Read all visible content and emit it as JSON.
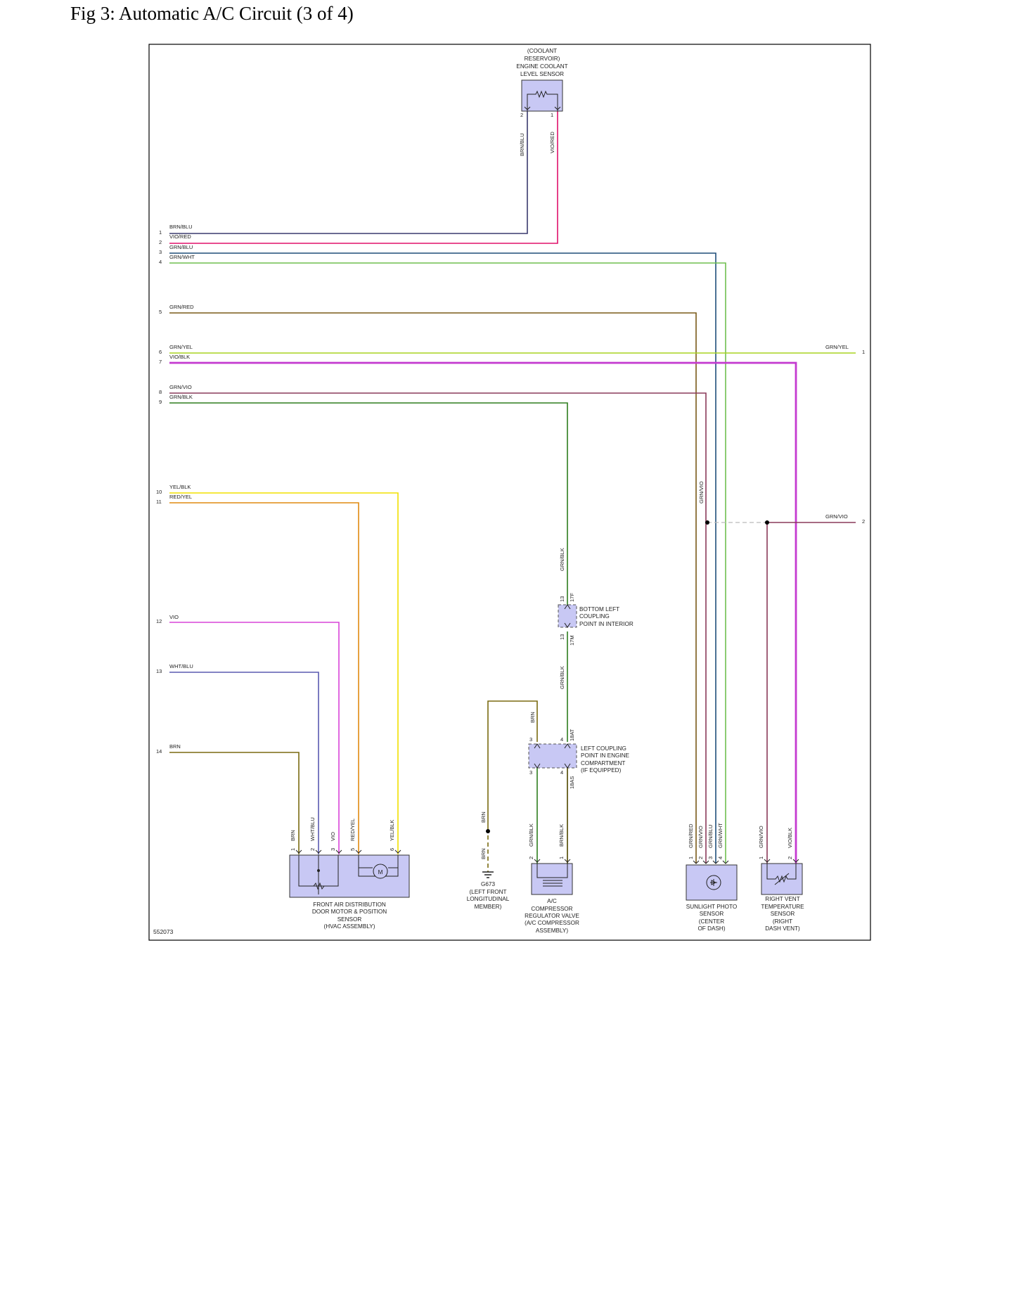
{
  "figure_title": "Fig 3: Automatic A/C Circuit (3 of 4)",
  "diagram_id": "552073",
  "left_connector": {
    "pins": [
      {
        "num": "1",
        "color": "BRN/BLU"
      },
      {
        "num": "2",
        "color": "VIO/RED"
      },
      {
        "num": "3",
        "color": "GRN/BLU"
      },
      {
        "num": "4",
        "color": "GRN/WHT"
      },
      {
        "num": "5",
        "color": "GRN/RED"
      },
      {
        "num": "6",
        "color": "GRN/YEL"
      },
      {
        "num": "7",
        "color": "VIO/BLK"
      },
      {
        "num": "8",
        "color": "GRN/VIO"
      },
      {
        "num": "9",
        "color": "GRN/BLK"
      },
      {
        "num": "10",
        "color": "YEL/BLK"
      },
      {
        "num": "11",
        "color": "RED/YEL"
      },
      {
        "num": "12",
        "color": "VIO"
      },
      {
        "num": "13",
        "color": "WHT/BLU"
      },
      {
        "num": "14",
        "color": "BRN"
      }
    ]
  },
  "right_connector": {
    "pins": [
      {
        "num": "1",
        "color": "GRN/YEL"
      },
      {
        "num": "2",
        "color": "GRN/VIO"
      }
    ]
  },
  "wire_colors": {
    "BRN/BLU": "#3a3a6e",
    "VIO/RED": "#e0106a",
    "GRN/BLU": "#1f4e79",
    "GRN/WHT": "#6fbf4f",
    "GRN/RED": "#7a5a18",
    "GRN/YEL": "#a8d420",
    "VIO/BLK": "#c43ad0",
    "GRN/VIO": "#8a3a5a",
    "GRN/BLK": "#2e7d1e",
    "YEL/BLK": "#f2e000",
    "RED/YEL": "#e08a10",
    "VIO": "#d844d8",
    "WHT/BLU": "#5a5ab0",
    "BRN": "#7a6a10"
  },
  "components": {
    "coolant_sensor": {
      "label_lines": [
        "(COOLANT",
        "RESERVOIR)",
        "ENGINE COOLANT",
        "LEVEL SENSOR"
      ],
      "pins": [
        "2",
        "1"
      ],
      "wires": [
        "BRN/BLU",
        "VIO/RED"
      ]
    },
    "bottom_left_coupling": {
      "label_lines": [
        "BOTTOM LEFT",
        "COUPLING",
        "POINT IN INTERIOR"
      ],
      "pin_top": "13",
      "pin_bottom": "13",
      "code_top": "17F",
      "code_bottom": "17M",
      "wire_above": "GRN/BLK",
      "wire_below": "GRN/BLK"
    },
    "left_coupling_engine": {
      "label_lines": [
        "LEFT COUPLING",
        "POINT IN ENGINE",
        "COMPARTMENT",
        "(IF EQUIPPED)"
      ],
      "pins_top": [
        "3",
        "4"
      ],
      "pins_bottom": [
        "3",
        "4"
      ],
      "code_top": "18AT",
      "code_bottom": "18AS",
      "wire_top_left": "BRN"
    },
    "ground": {
      "label_lines": [
        "G673",
        "(LEFT FRONT",
        "LONGITUDINAL",
        "MEMBER)"
      ],
      "wire_labels": [
        "BRN",
        "BRN"
      ]
    },
    "front_air_motor": {
      "label_lines": [
        "FRONT AIR DISTRIBUTION",
        "DOOR MOTOR & POSITION",
        "SENSOR",
        "(HVAC ASSEMBLY)"
      ],
      "pins": [
        "1",
        "2",
        "3",
        "5",
        "6"
      ],
      "wires": [
        "BRN",
        "WHT/BLU",
        "VIO",
        "RED/YEL",
        "YEL/BLK"
      ],
      "motor_symbol": "M"
    },
    "ac_compressor_valve": {
      "label_lines": [
        "A/C",
        "COMPRESSOR",
        "REGULATOR VALVE",
        "(A/C COMPRESSOR",
        "ASSEMBLY)"
      ],
      "pins": [
        "2",
        "1"
      ],
      "wires": [
        "GRN/BLK",
        "BRN/BLK"
      ]
    },
    "sunlight_sensor": {
      "label_lines": [
        "SUNLIGHT PHOTO",
        "SENSOR",
        "(CENTER",
        "OF DASH)"
      ],
      "pins": [
        "1",
        "2",
        "3",
        "4"
      ],
      "wires": [
        "GRN/RED",
        "GRN/VIO",
        "GRN/BLU",
        "GRN/WHT"
      ]
    },
    "right_vent_sensor": {
      "label_lines": [
        "RIGHT VENT",
        "TEMPERATURE",
        "SENSOR",
        "(RIGHT",
        "DASH VENT)"
      ],
      "pins": [
        "1",
        "2"
      ],
      "wires": [
        "GRN/VIO",
        "VIO/BLK"
      ]
    }
  },
  "misc_labels": {
    "grn_vio_vertical": "GRN/VIO"
  }
}
